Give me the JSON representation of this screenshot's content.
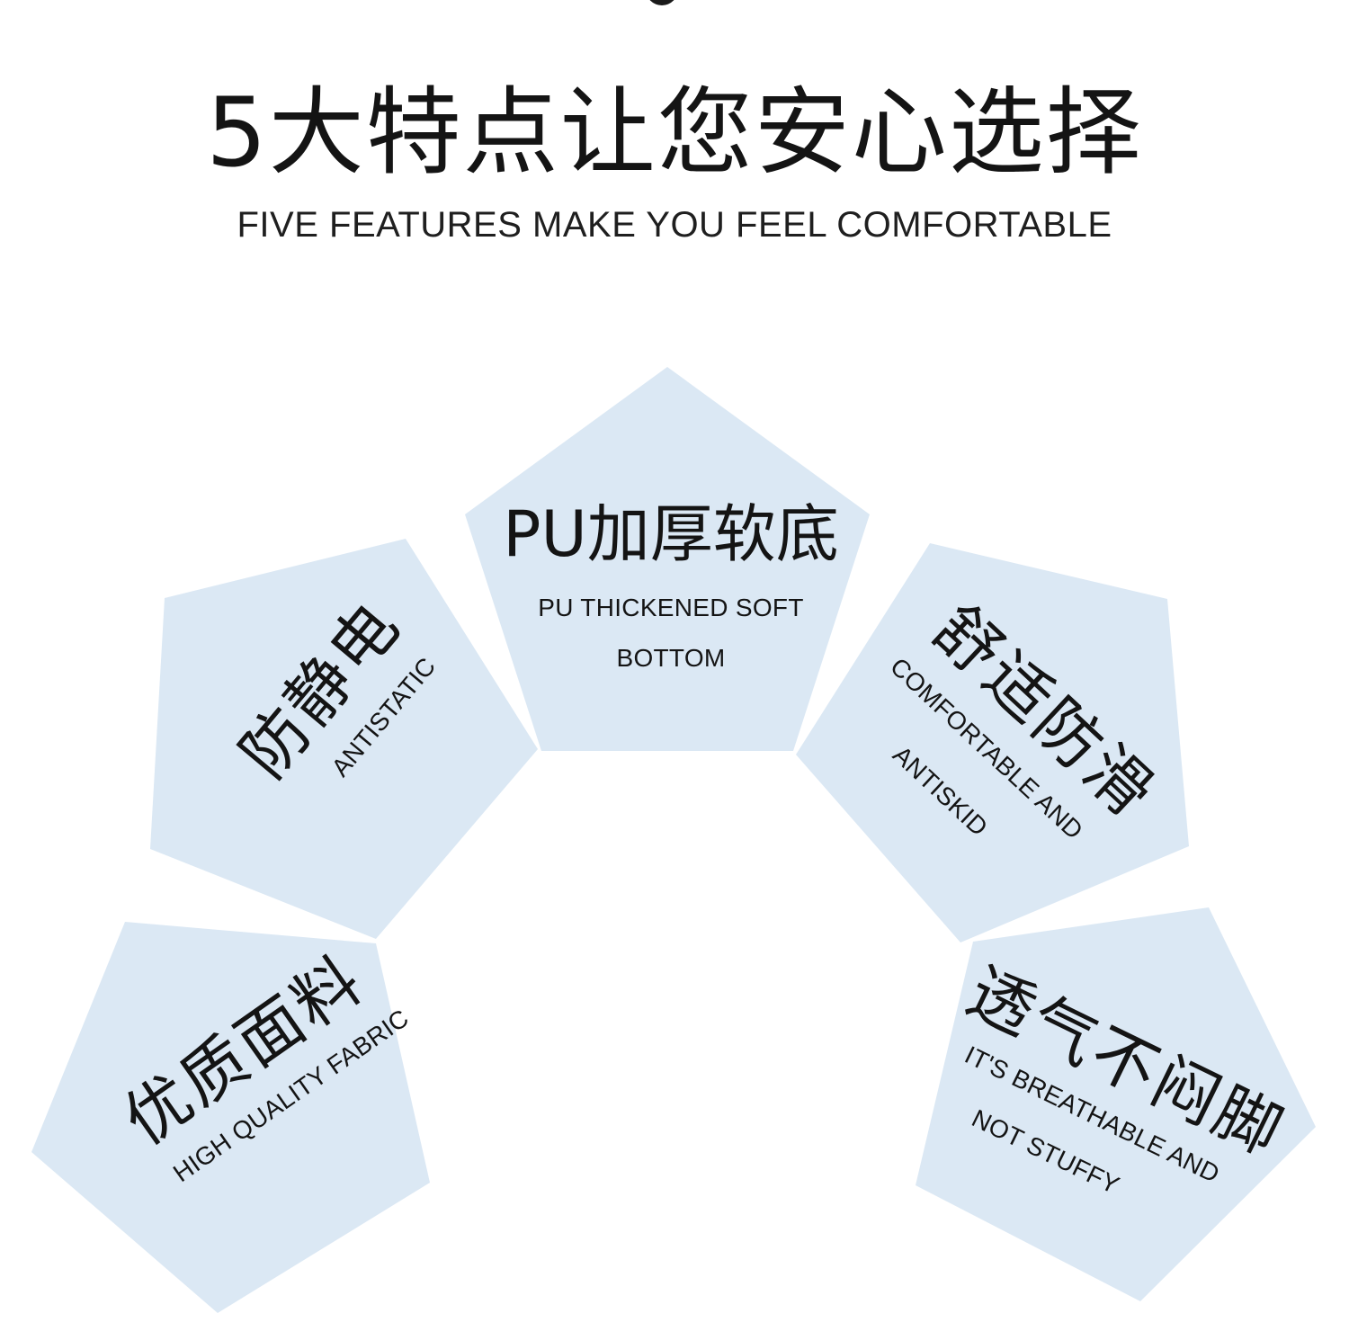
{
  "header": {
    "title": "5大特点让您安心选择",
    "subtitle": "FIVE FEATURES MAKE YOU FEEL COMFORTABLE"
  },
  "colors": {
    "pentagon_fill": "#dbe8f4",
    "text": "#141414"
  },
  "features": [
    {
      "cn": "PU加厚软底",
      "en_line1": "PU THICKENED SOFT",
      "en_line2": "BOTTOM"
    },
    {
      "cn": "防静电",
      "en_line1": "ANTISTATIC",
      "en_line2": ""
    },
    {
      "cn": "舒适防滑",
      "en_line1": "COMFORTABLE AND",
      "en_line2": "ANTISKID"
    },
    {
      "cn": "优质面料",
      "en_line1": "HIGH QUALITY FABRIC",
      "en_line2": ""
    },
    {
      "cn": "透气不闷脚",
      "en_line1": "IT'S BREATHABLE AND",
      "en_line2": "NOT STUFFY"
    }
  ]
}
